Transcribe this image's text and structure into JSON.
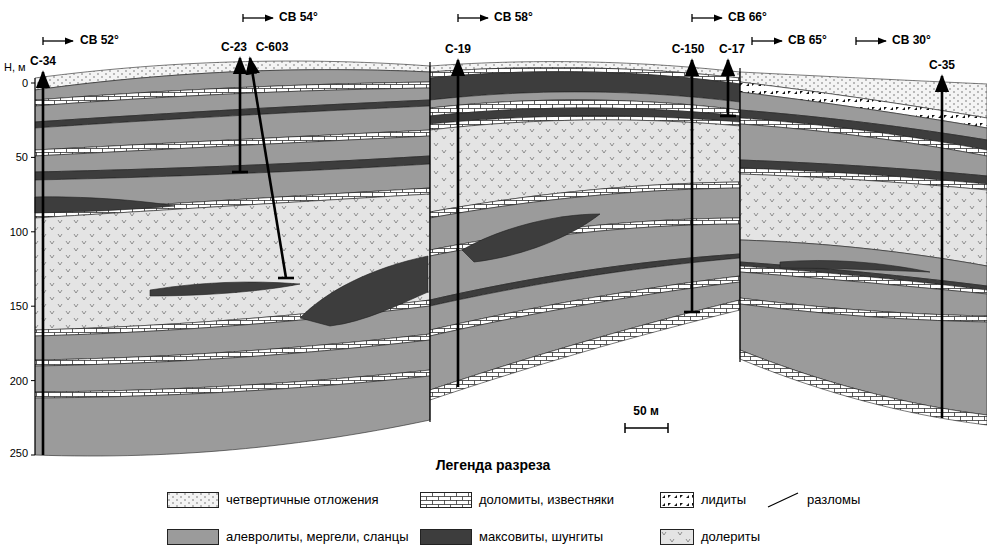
{
  "diagram": {
    "labels": [
      "СВ 52°",
      "С-34",
      "СВ 54°",
      "С-23",
      "С-603",
      "СВ 58°",
      "С-19",
      "СВ 66°",
      "С-150",
      "С-17",
      "СВ 65°",
      "СВ 30°",
      "С-35",
      "Н, м",
      "0",
      "50",
      "100",
      "150",
      "200",
      "250",
      "50 м",
      "Легенда разреза"
    ],
    "legend": [
      {
        "text": "четвертичные отложения"
      },
      {
        "text": "доломиты, известняки"
      },
      {
        "text": "лидиты"
      },
      {
        "text": "разломы"
      },
      {
        "text": "алевролиты, мергели, сланцы",
        "color": "#9b9b9b"
      },
      {
        "text": "максовиты, шунгиты",
        "color": "#3d3d3d"
      },
      {
        "text": "долериты"
      }
    ]
  }
}
